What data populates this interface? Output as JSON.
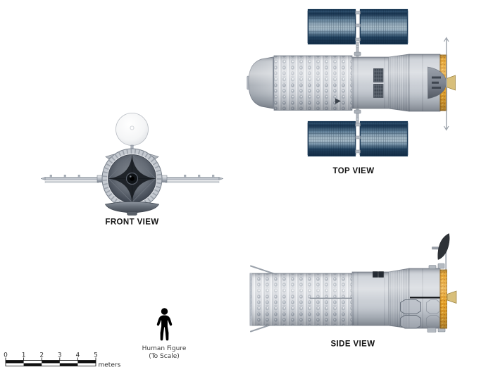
{
  "diagram": {
    "subject": "spacecraft-three-view-technical-diagram",
    "views": {
      "top": {
        "label": "TOP VIEW"
      },
      "front": {
        "label": "FRONT VIEW"
      },
      "side": {
        "label": "SIDE VIEW"
      }
    },
    "scale_bar": {
      "ticks": [
        "0",
        "1",
        "2",
        "3",
        "4",
        "5"
      ],
      "unit": "meters"
    },
    "human_figure": {
      "caption_line1": "Human Figure",
      "caption_line2": "(To Scale)"
    },
    "colors": {
      "background": "#ffffff",
      "hull_light": "#e9ebee",
      "hull_mid": "#c6cbd2",
      "hull_dark": "#6b7380",
      "truss_gray": "#d7dadf",
      "solar_panel_dark": "#16324e",
      "solar_panel_light": "#a9bdca",
      "engine_band_orange": "#e39a1a",
      "nozzle_gold": "#d8bf7b",
      "dish_dark": "#2e3237",
      "figure_black": "#000000",
      "label_text": "#141414"
    }
  }
}
